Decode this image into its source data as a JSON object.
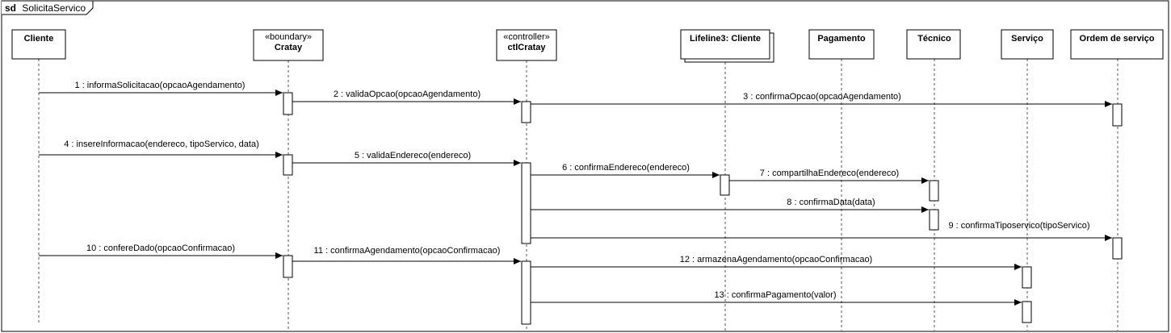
{
  "frame": {
    "keyword": "sd",
    "name": "SolicitaServico"
  },
  "lifelines": [
    {
      "id": "cliente",
      "name": "Cliente",
      "stereotype": ""
    },
    {
      "id": "boundary",
      "name": "Cratay",
      "stereotype": "«boundary»"
    },
    {
      "id": "controller",
      "name": "ctlCratay",
      "stereotype": "«controller»"
    },
    {
      "id": "lifeline3",
      "name": "Lifeline3: Cliente",
      "stereotype": "",
      "multi": true
    },
    {
      "id": "pagamento",
      "name": "Pagamento",
      "stereotype": ""
    },
    {
      "id": "tecnico",
      "name": "Técnico",
      "stereotype": ""
    },
    {
      "id": "servico",
      "name": "Serviço",
      "stereotype": ""
    },
    {
      "id": "ordem",
      "name": "Ordem de serviço",
      "stereotype": ""
    }
  ],
  "messages": [
    {
      "num": "1",
      "label": "1 : informaSolicitacao(opcaoAgendamento)",
      "from": "cliente",
      "to": "boundary"
    },
    {
      "num": "2",
      "label": "2 : validaOpcao(opcaoAgendamento)",
      "from": "boundary",
      "to": "controller"
    },
    {
      "num": "3",
      "label": "3 : confirmaOpcao(opcaoAgendamento)",
      "from": "controller",
      "to": "ordem"
    },
    {
      "num": "4",
      "label": "4 : insereInformacao(endereco, tipoServico, data)",
      "from": "cliente",
      "to": "boundary"
    },
    {
      "num": "5",
      "label": "5 : validaEndereco(endereco)",
      "from": "boundary",
      "to": "controller"
    },
    {
      "num": "6",
      "label": "6 : confirmaEndereco(endereco)",
      "from": "controller",
      "to": "lifeline3"
    },
    {
      "num": "7",
      "label": "7 : compartilhaEndereco(endereco)",
      "from": "lifeline3",
      "to": "tecnico"
    },
    {
      "num": "8",
      "label": "8 : confirmaData(data)",
      "from": "controller",
      "to": "tecnico"
    },
    {
      "num": "9",
      "label": "9 : confirmaTiposervico(tipoServico)",
      "from": "controller",
      "to": "ordem"
    },
    {
      "num": "10",
      "label": "10 : confereDado(opcaoConfirmacao)",
      "from": "cliente",
      "to": "boundary"
    },
    {
      "num": "11",
      "label": "11 : confirmaAgendamento(opcaoConfirmacao)",
      "from": "boundary",
      "to": "controller"
    },
    {
      "num": "12",
      "label": "12 : armazenaAgendamento(opcaoConfirmacao)",
      "from": "controller",
      "to": "servico"
    },
    {
      "num": "13",
      "label": "13 : confirmaPagamento(valor)",
      "from": "controller",
      "to": "servico"
    }
  ]
}
